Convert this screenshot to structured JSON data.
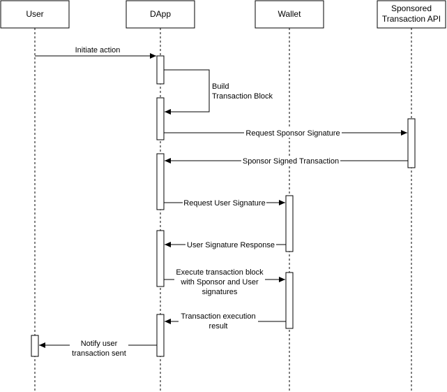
{
  "actors": [
    {
      "id": "user",
      "lines": [
        "User"
      ]
    },
    {
      "id": "dapp",
      "lines": [
        "DApp"
      ]
    },
    {
      "id": "wallet",
      "lines": [
        "Wallet"
      ]
    },
    {
      "id": "api",
      "lines": [
        "Sponsored",
        "Transaction API"
      ]
    }
  ],
  "messages": [
    {
      "id": "initiate",
      "from": "user",
      "to": "dapp",
      "lines": [
        "Initiate action"
      ]
    },
    {
      "id": "build",
      "from": "dapp",
      "to": "dapp",
      "self": true,
      "lines": [
        "Build",
        "Transaction Block"
      ]
    },
    {
      "id": "request-sponsor",
      "from": "dapp",
      "to": "api",
      "lines": [
        "Request Sponsor Signature"
      ]
    },
    {
      "id": "sponsor-signed",
      "from": "api",
      "to": "dapp",
      "lines": [
        "Sponsor Signed Transaction"
      ]
    },
    {
      "id": "request-user",
      "from": "dapp",
      "to": "wallet",
      "lines": [
        "Request User Signature"
      ]
    },
    {
      "id": "user-sig-response",
      "from": "wallet",
      "to": "dapp",
      "lines": [
        "User Signature Response"
      ]
    },
    {
      "id": "execute",
      "from": "dapp",
      "to": "wallet",
      "lines": [
        "Execute transaction block",
        "with Sponsor and User",
        "signatures"
      ]
    },
    {
      "id": "exec-result",
      "from": "wallet",
      "to": "dapp",
      "lines": [
        "Transaction execution",
        "result"
      ]
    },
    {
      "id": "notify",
      "from": "dapp",
      "to": "user",
      "lines": [
        "Notify user",
        "transaction sent"
      ]
    }
  ],
  "colors": {
    "stroke": "#000000",
    "background": "#ffffff"
  }
}
